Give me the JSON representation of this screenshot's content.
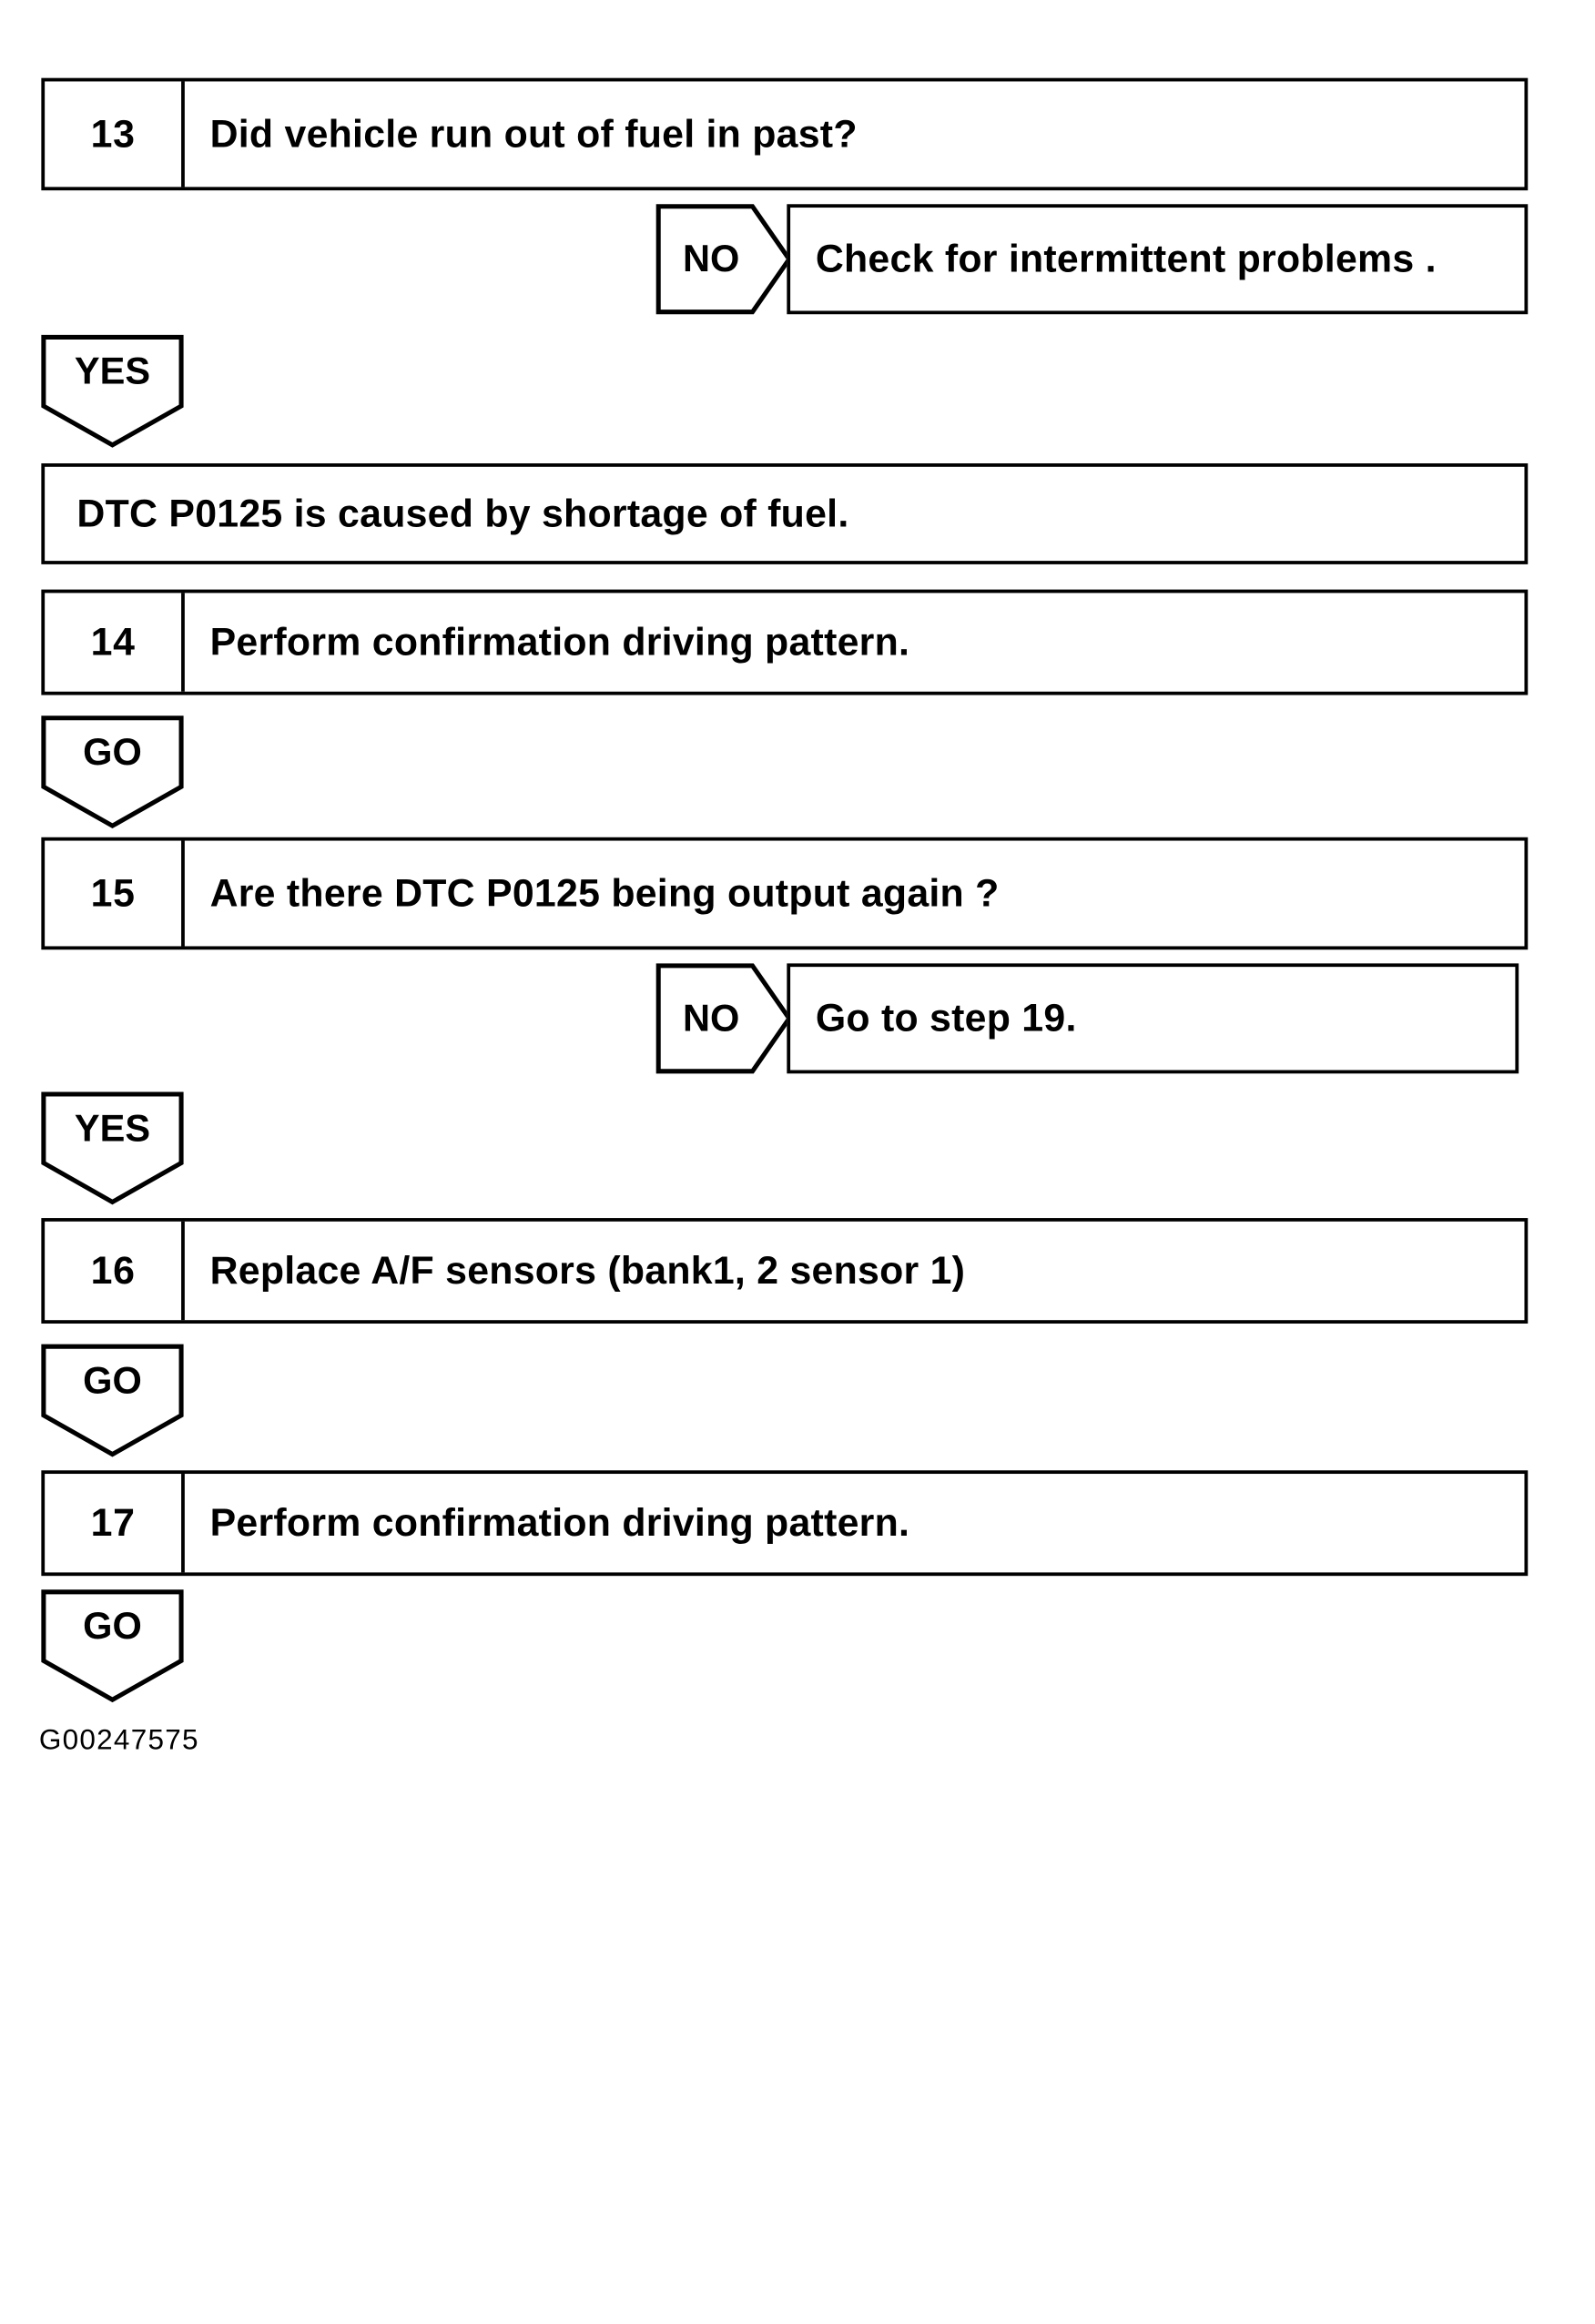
{
  "diagram": {
    "figure_id": "G00247575",
    "steps": [
      {
        "number": "13",
        "text": "Did vehicle run out of fuel in past?"
      },
      {
        "number": "14",
        "text": "Perform confirmation driving pattern."
      },
      {
        "number": "15",
        "text": "Are there DTC P0125 being output again ?"
      },
      {
        "number": "16",
        "text": "Replace A/F sensors (bank1, 2 sensor 1)"
      },
      {
        "number": "17",
        "text": "Perform confirmation driving pattern."
      }
    ],
    "statements": [
      {
        "text": "DTC P0125 is caused by shortage of fuel."
      }
    ],
    "branches": [
      {
        "label": "NO",
        "result": "Check for intermittent problems ."
      },
      {
        "label": "NO",
        "result": "Go to step 19."
      }
    ],
    "connectors": [
      {
        "label": "NO"
      },
      {
        "label": "YES"
      },
      {
        "label": "GO"
      },
      {
        "label": "NO"
      },
      {
        "label": "YES"
      },
      {
        "label": "GO"
      },
      {
        "label": "GO"
      }
    ]
  }
}
